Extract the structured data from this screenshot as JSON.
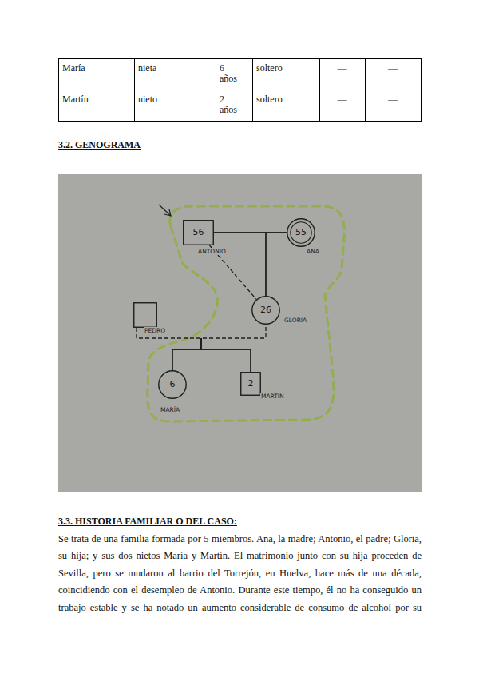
{
  "diagram": {
    "title": "3.2. GENOGRAMA",
    "nodes": [
      {
        "text": [
          "56",
          "ANTONIO"
        ]
      },
      {
        "text": [
          "55",
          "ANA"
        ]
      },
      {
        "text": [
          "26",
          "GLORIA"
        ]
      },
      {
        "text": [
          "PEDRO"
        ]
      },
      {
        "text": [
          "6",
          "MARÍA"
        ]
      },
      {
        "text": [
          "2",
          "MARTÍN"
        ]
      }
    ],
    "edges": [
      {
        "from": 0,
        "to": 1,
        "arrow": "none"
      },
      {
        "from": 0,
        "to": 2,
        "arrow": "none"
      },
      {
        "from": 0,
        "to": 2,
        "arrow": "none"
      },
      {
        "from": 1,
        "to": 2,
        "arrow": "none"
      },
      {
        "from": 3,
        "to": 2,
        "arrow": "none"
      },
      {
        "from": 2,
        "to": 4,
        "arrow": "none"
      },
      {
        "from": 2,
        "to": 5,
        "arrow": "none"
      },
      {
        "from": 3,
        "to": 4,
        "arrow": "none"
      },
      {
        "from": 3,
        "to": 5,
        "arrow": "none"
      }
    ],
    "labels": [
      "María",
      "nieta",
      "6 años",
      "soltero",
      "—",
      "—",
      "Martín",
      "nieto",
      "2 años",
      "soltero",
      "—",
      "—",
      "3.3. HISTORIA FAMILIAR O DEL CASO:",
      "Se trata de una familia formada por 5 miembros. Ana, la madre; Antonio, el padre; Gloria, su hija; y sus dos nietos María y Martín. El matrimonio junto con su hija proceden de Sevilla, pero se mudaron al barrio del Torrejón, en Huelva, hace más de una década, coincidiendo con el desempleo de Antonio. Durante este tiempo, él no ha conseguido un trabajo estable y se ha notado un aumento considerable de consumo de alcohol por su"
    ]
  }
}
